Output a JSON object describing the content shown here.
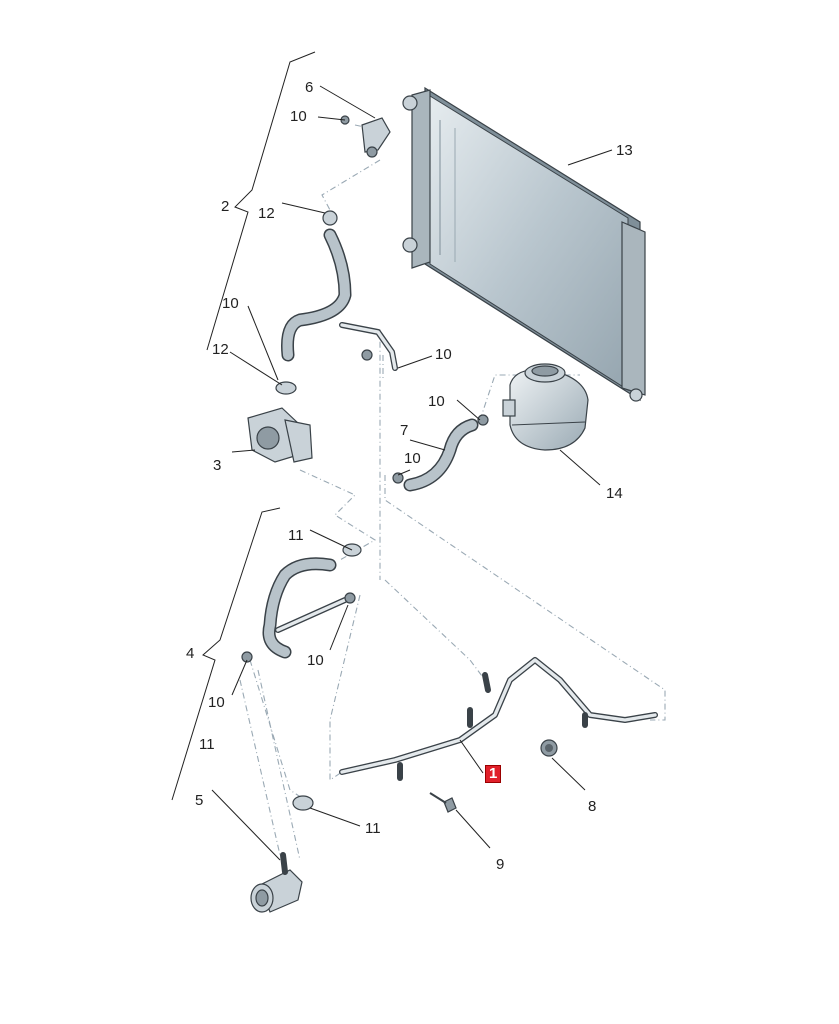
{
  "highlight_color": "#e0202a",
  "callouts": {
    "c1": "1",
    "c2": "2",
    "c3": "3",
    "c4": "4",
    "c5": "5",
    "c6": "6",
    "c7": "7",
    "c8": "8",
    "c9": "9",
    "c10a": "10",
    "c10b": "10",
    "c10c": "10",
    "c10d": "10",
    "c10e": "10",
    "c10f": "10",
    "c10g": "10",
    "c11a": "11",
    "c11b": "11",
    "c11c": "11",
    "c12a": "12",
    "c12b": "12",
    "c13": "13",
    "c14": "14"
  },
  "highlighted_callout": "1"
}
